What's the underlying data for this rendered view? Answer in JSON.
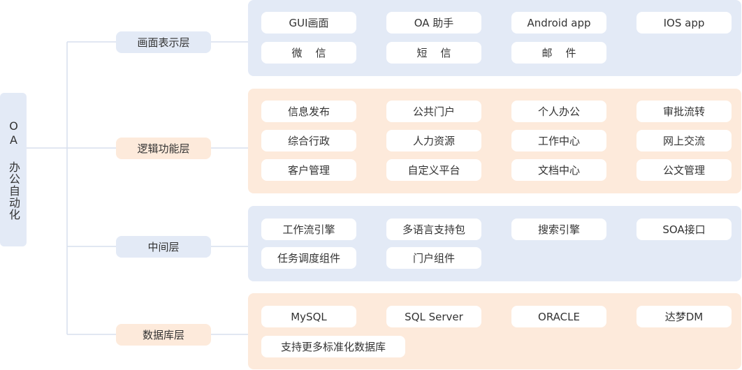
{
  "root": {
    "label": "OA 办公自动化"
  },
  "layers": [
    {
      "id": "presentation",
      "label": "画面表示层",
      "theme": "blue",
      "items": [
        "GUI画面",
        "OA 助手",
        "Android app",
        "IOS app",
        "微    信",
        "短    信",
        "邮    件"
      ]
    },
    {
      "id": "logic",
      "label": "逻辑功能层",
      "theme": "orange",
      "items": [
        "信息发布",
        "公共门户",
        "个人办公",
        "审批流转",
        "综合行政",
        "人力资源",
        "工作中心",
        "网上交流",
        "客户管理",
        "自定义平台",
        "文档中心",
        "公文管理"
      ]
    },
    {
      "id": "middleware",
      "label": "中间层",
      "theme": "blue",
      "items": [
        "工作流引擎",
        "多语言支持包",
        "搜索引擎",
        "SOA接口",
        "任务调度组件",
        "门户组件"
      ]
    },
    {
      "id": "database",
      "label": "数据库层",
      "theme": "orange",
      "items": [
        "MySQL",
        "SQL Server",
        "ORACLE",
        "达梦DM",
        "支持更多标准化数据库"
      ]
    }
  ],
  "colors": {
    "blue_fill": "#e3eaf6",
    "orange_fill": "#fdeadb",
    "connector": "#d7dfee",
    "text": "#333333"
  }
}
